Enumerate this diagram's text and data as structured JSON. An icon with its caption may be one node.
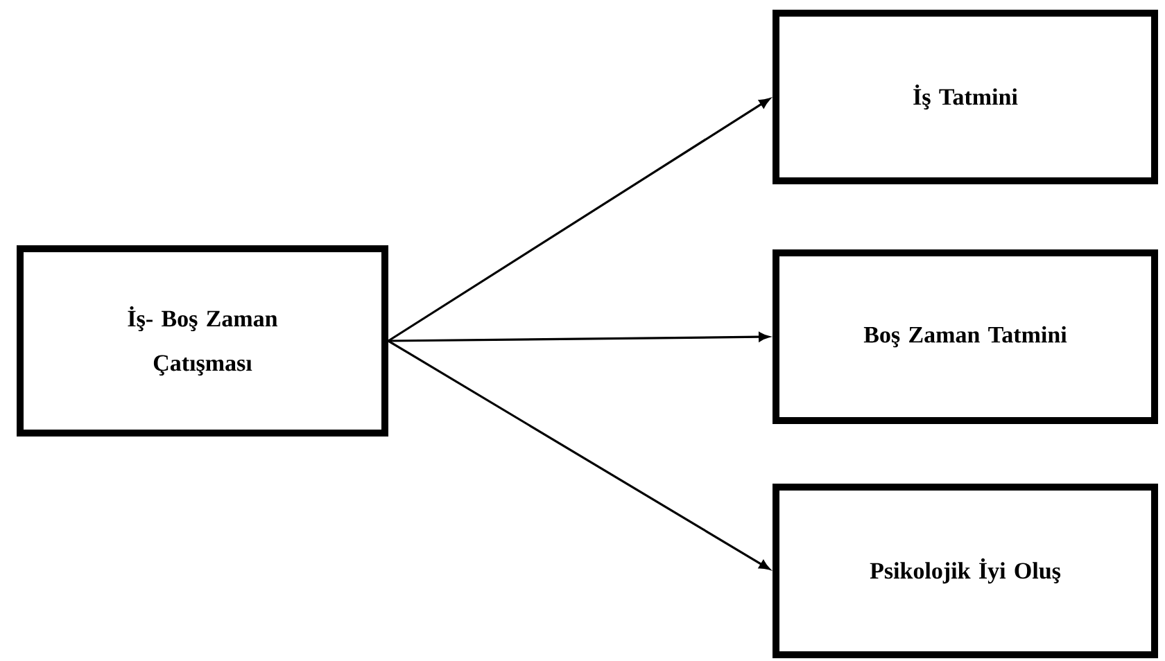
{
  "diagram": {
    "nodes": [
      {
        "text": [
          "İş- Boş Zaman Çatışması"
        ]
      },
      {
        "text": [
          "İş Tatmini"
        ]
      },
      {
        "text": [
          "Boş Zaman Tatmini"
        ]
      },
      {
        "text": [
          "Psikolojik İyi Oluş"
        ]
      }
    ],
    "edges": [
      {
        "from": 0,
        "to": 1,
        "arrow": "to"
      },
      {
        "from": 0,
        "to": 2,
        "arrow": "to"
      },
      {
        "from": 0,
        "to": 3,
        "arrow": "to"
      }
    ]
  }
}
